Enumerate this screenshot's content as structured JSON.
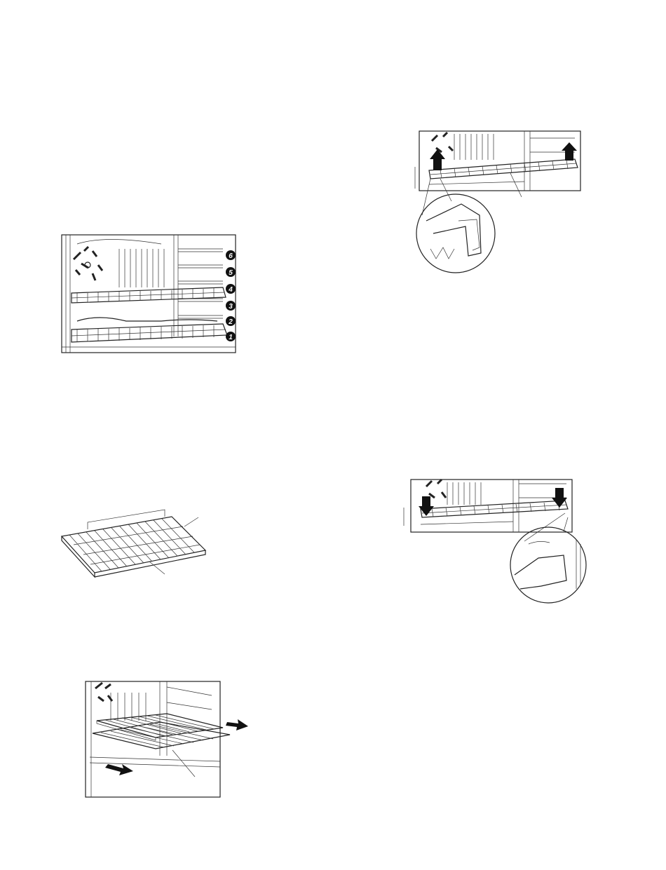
{
  "rack_positions": {
    "labels": [
      "6",
      "5",
      "4",
      "3",
      "2",
      "1"
    ]
  },
  "icons": {
    "up_arrow": "arrow-up-icon",
    "down_arrow": "arrow-down-icon",
    "pull_arrow": "arrow-right-icon"
  }
}
